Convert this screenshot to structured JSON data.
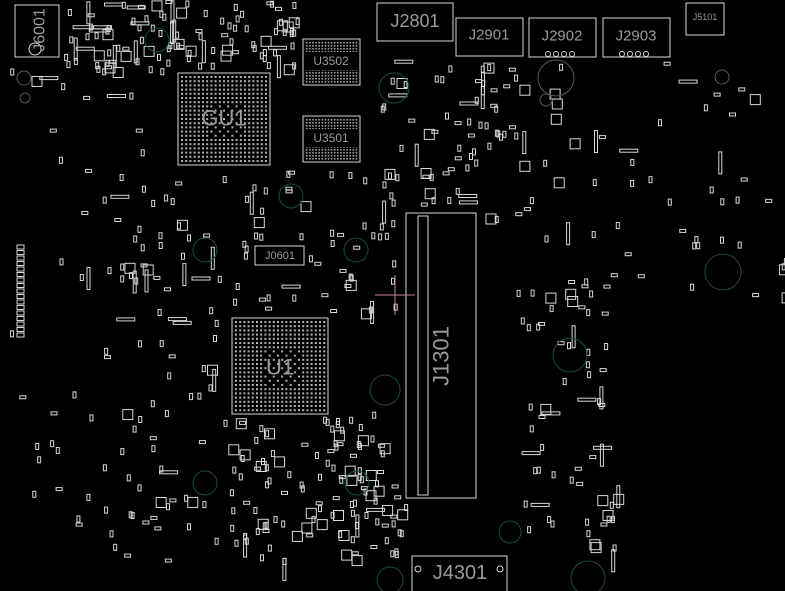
{
  "board": {
    "components": [
      {
        "ref": "J6001"
      },
      {
        "ref": "GU1"
      },
      {
        "ref": "U3502"
      },
      {
        "ref": "U3501"
      },
      {
        "ref": "J2801"
      },
      {
        "ref": "J2901"
      },
      {
        "ref": "J2902"
      },
      {
        "ref": "J2903"
      },
      {
        "ref": "J5101"
      },
      {
        "ref": "J0601"
      },
      {
        "ref": "U1"
      },
      {
        "ref": "J1301"
      },
      {
        "ref": "J4301"
      }
    ],
    "colors": {
      "background": "#000000",
      "outline": "#d8d8d8",
      "label": "#9a9a9a",
      "hole": "#1f4a44",
      "cursor": "#c08890"
    }
  }
}
